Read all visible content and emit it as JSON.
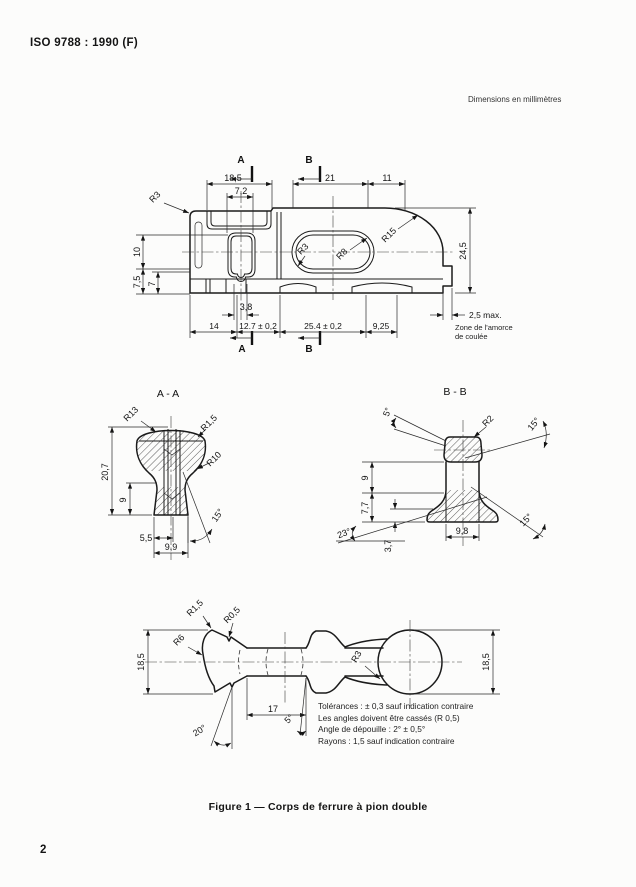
{
  "page": {
    "header": "ISO 9788 : 1990 (F)",
    "units": "Dimensions en millimètres",
    "caption": "Figure 1 — Corps de ferrure à pion double",
    "page_number": "2"
  },
  "notes": {
    "l1": "Tolérances :  ± 0,3 sauf indication contraire",
    "l2": "Les angles doivent être cassés (R 0,5)",
    "l3": "Angle de dépouille : 2° ± 0,5°",
    "l4": "Rayons : 1,5 sauf indication contraire"
  },
  "plan": {
    "secA": "A",
    "secB": "B",
    "d185": "18,5",
    "d72": "7,2",
    "d21": "21",
    "d11": "11",
    "r3c": "R3",
    "r3s": "R3",
    "r8": "R8",
    "r15": "R15",
    "d245": "24,5",
    "d10": "10",
    "d75": "7,5",
    "d7": "7",
    "d38": "3,8",
    "d14": "14",
    "d127": "12.7 ± 0,2",
    "d254": "25.4 ± 0,2",
    "d925": "9,25",
    "d25max": "2,5 max.",
    "zone1": "Zone de l'amorce",
    "zone2": "de coulée"
  },
  "aa": {
    "title": "A - A",
    "r13": "R13",
    "r15": "R1,5",
    "r10": "R10",
    "d207": "20,7",
    "d9": "9",
    "d55": "5,5",
    "d99": "9,9",
    "a15": "15°"
  },
  "bb": {
    "title": "B - B",
    "a5": "5°",
    "r2": "R2",
    "a15t": "15°",
    "d9": "9",
    "d77": "7,7",
    "d37": "3,7",
    "a23": "23°",
    "a15b": "15°",
    "d98": "9,8"
  },
  "side": {
    "r15": "R1,5",
    "r05": "R0,5",
    "r6": "R6",
    "d185l": "18,5",
    "d17": "17",
    "a20": "20°",
    "a5": "5°",
    "r3": "R3",
    "d185r": "18,5"
  }
}
